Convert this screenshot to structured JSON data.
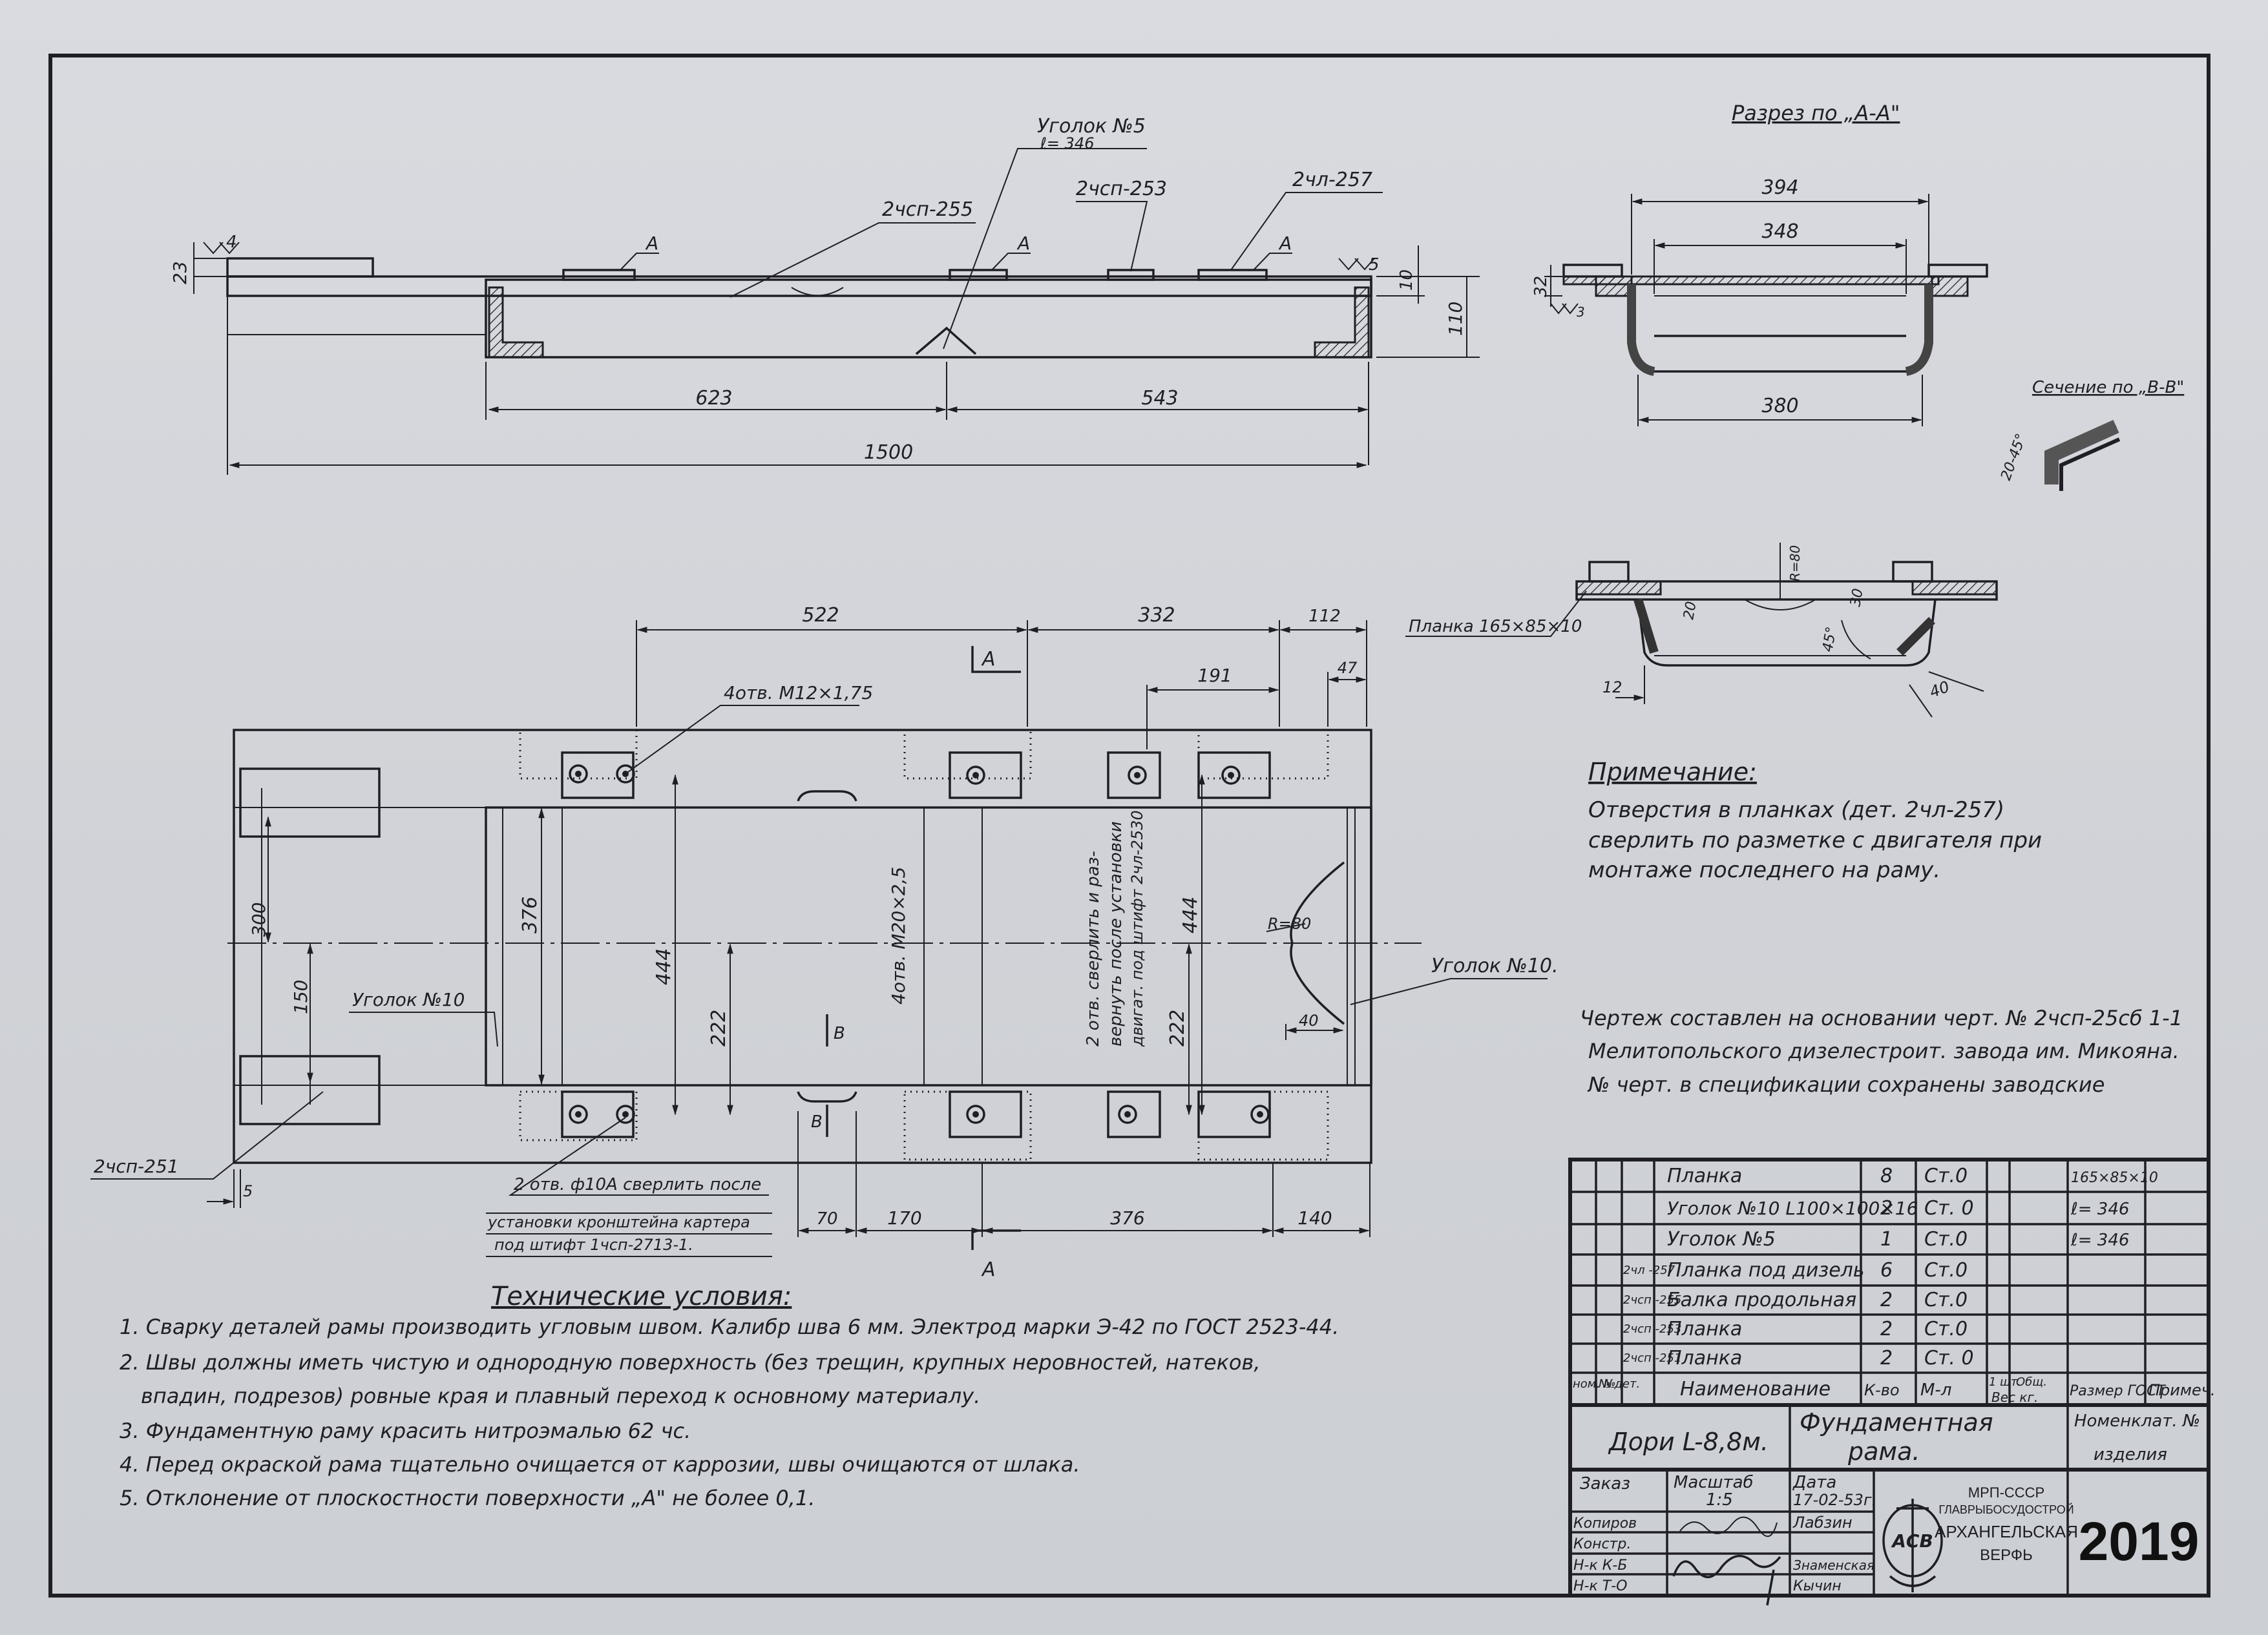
{
  "side_view": {
    "title": "",
    "dims": {
      "total": "1500",
      "left": "623",
      "right": "543",
      "h23": "23",
      "h10": "10",
      "h110": "110"
    },
    "weld": {
      "w4": "4",
      "w5": "5"
    },
    "labels": {
      "ugolok5": "Уголок №5",
      "ugolok5_len": "ℓ= 346",
      "p255": "2чсп-255",
      "p253": "2чсп-253",
      "p257": "2чл-257",
      "markA1": "А",
      "markA2": "А",
      "markA3": "А"
    }
  },
  "section_aa": {
    "title": "Разрез по „А-А\"",
    "dims": {
      "w394": "394",
      "w348": "348",
      "w380": "380",
      "h32": "32",
      "weld3": "3"
    }
  },
  "section_bb": {
    "title": "Сечение по „В-В\"",
    "angle": "20-45°"
  },
  "detail": {
    "planka": "Планка 165×85×10",
    "r80": "R=80",
    "d20": "20",
    "d30": "30",
    "a45": "45°",
    "d12": "12",
    "d40": "40"
  },
  "plan_view": {
    "dims": {
      "d522": "522",
      "d332": "332",
      "d112": "112",
      "d191": "191",
      "d47": "47",
      "d300": "300",
      "d150": "150",
      "d376v": "376",
      "d444": "444",
      "d222a": "222",
      "d444b": "444",
      "d222b": "222",
      "d70": "70",
      "d170": "170",
      "d376h": "376",
      "d140": "140",
      "d5": "5",
      "r80": "R=80",
      "d40": "40"
    },
    "labels": {
      "holes_m12": "4отв. М12×1,75",
      "holes_m20": "4отв. М20×2,5",
      "holes_note1": "2 отв. сверлить и раз-",
      "holes_note2": "вернуть после установки",
      "holes_note3": "двигат. под штифт 2чл-2530",
      "ugolok10_left": "Уголок №10",
      "ugolok10_right": "Уголок №10.",
      "p251": "2чсп-251",
      "pin_note1": "2 отв. ф10А сверлить после",
      "pin_note2": "установки кронштейна картера",
      "pin_note3": "под штифт 1чсп-2713-1.",
      "sectA_top": "А",
      "sectA_bot": "А",
      "sectB_top": "В",
      "sectB_bot": "В"
    }
  },
  "note": {
    "title": "Примечание:",
    "lines": [
      "Отверстия в планках (дет. 2чл-257)",
      "сверлить по разметке с двигателя при",
      "монтаже последнего на раму."
    ]
  },
  "basis": {
    "lines": [
      "Чертеж составлен на основании черт. № 2чсп-25сб 1-1",
      "Мелитопольского дизелестроит. завода им. Микояна.",
      "№ черт. в спецификации сохранены заводские"
    ]
  },
  "tech": {
    "title": "Технические условия:",
    "items": [
      "1. Сварку деталей рамы производить угловым швом. Калибр шва 6 мм. Электрод марки Э-42 по ГОСТ 2523-44.",
      "2. Швы должны иметь чистую и однородную поверхность (без трещин, крупных неровностей, натеков,",
      "впадин, подрезов) ровные края и плавный переход к основному материалу.",
      "3. Фундаментную раму красить нитроэмалью 62 чс.",
      "4. Перед окраской рама тщательно очищается от каррозии, швы очищаются от шлака.",
      "5. Отклонение от плоскостности поверхности „А\" не более 0,1."
    ]
  },
  "bom": {
    "rows": [
      {
        "pos": "",
        "det": "",
        "name": "Планка",
        "qty": "8",
        "mat": "Ст.0",
        "size": "165×85×10"
      },
      {
        "pos": "",
        "det": "",
        "name": "Уголок №10 L100×100×16",
        "qty": "2",
        "mat": "Ст. 0",
        "size": "ℓ= 346"
      },
      {
        "pos": "",
        "det": "",
        "name": "Уголок №5",
        "qty": "1",
        "mat": "Ст.0",
        "size": "ℓ= 346"
      },
      {
        "pos": "",
        "det": "2чл -257",
        "name": "Планка под дизель",
        "qty": "6",
        "mat": "Ст.0",
        "size": ""
      },
      {
        "pos": "",
        "det": "2чсп -255",
        "name": "Балка продольная",
        "qty": "2",
        "mat": "Ст.0",
        "size": ""
      },
      {
        "pos": "",
        "det": "2чсп -253",
        "name": "Планка",
        "qty": "2",
        "mat": "Ст.0",
        "size": ""
      },
      {
        "pos": "",
        "det": "2чсп -251",
        "name": "Планка",
        "qty": "2",
        "mat": "Ст. 0",
        "size": ""
      }
    ],
    "header": {
      "pos": "ном. №",
      "det": "№ дет.",
      "name": "Наименование",
      "qty": "К-во",
      "mat": "М-л",
      "w1": "1 шт.",
      "wsum": "Общ.",
      "wunit": "Вес кг.",
      "size": "Размер ГОСТ",
      "note": "Примеч."
    }
  },
  "titleblock": {
    "model": "Дори L-8,8м.",
    "name1": "Фундаментная",
    "name2": "рама.",
    "item_no_label1": "Номенклат. №",
    "item_no_label2": "изделия",
    "order": "Заказ",
    "scale_label": "Масштаб",
    "scale": "1:5",
    "date_label": "Дата",
    "date": "17-02-53г.",
    "roles": [
      "Копиров",
      "Констр.",
      "Н-к К-Б",
      "Н-к Т-О"
    ],
    "names": [
      "Лабзин",
      "",
      "Знаменская",
      "Кычин"
    ],
    "org1": "МРП-СССР",
    "org2": "ГЛАВРЫБОСУДОСТРОЙ",
    "org3": "АРХАНГЕЛЬСКАЯ",
    "org4": "ВЕРФЬ",
    "logo_text": "АСВ",
    "number": "2019"
  },
  "colors": {
    "ink": "#1e1e24",
    "paper": "#d5d7dc"
  }
}
